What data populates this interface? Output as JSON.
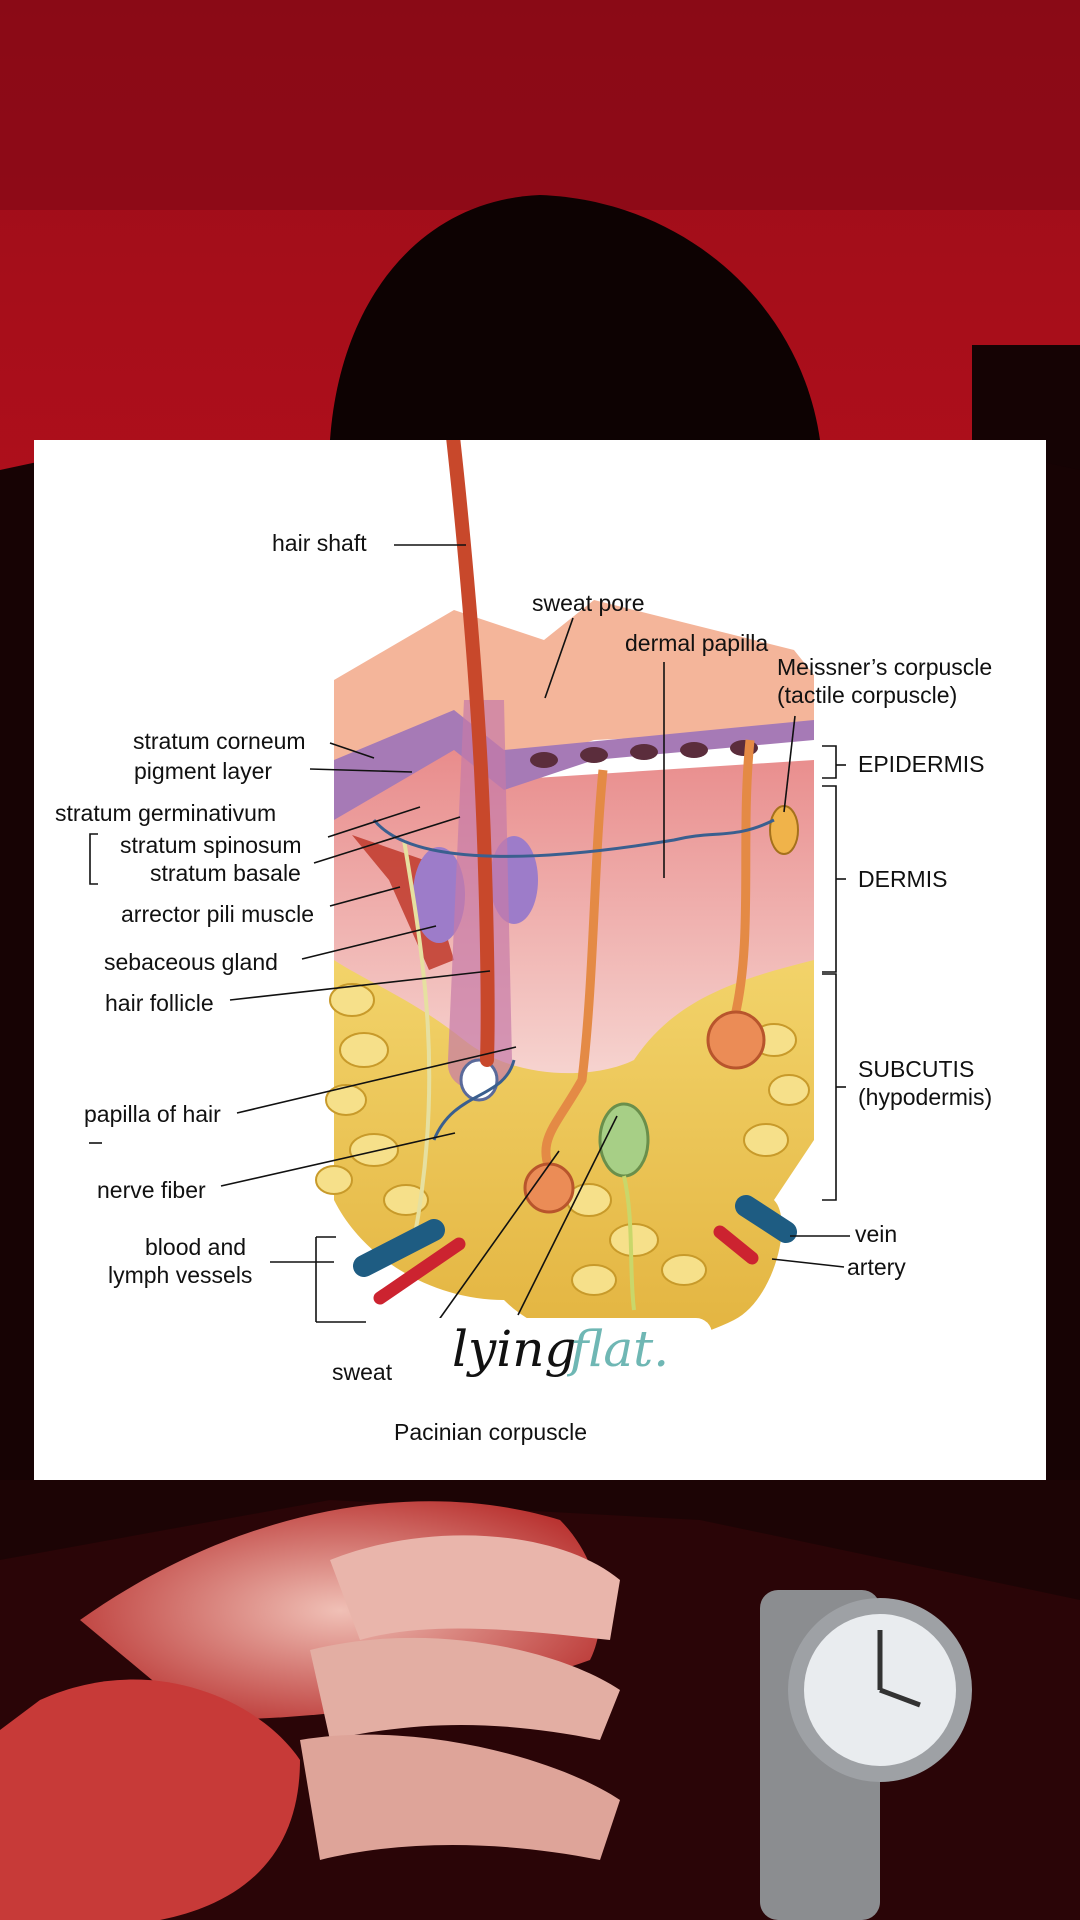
{
  "diagram": {
    "labels": {
      "hair_shaft": "hair shaft",
      "sweat_pore": "sweat pore",
      "dermal_papilla": "dermal papilla",
      "meissner_line1": "Meissner’s corpuscle",
      "meissner_line2": "(tactile corpuscle)",
      "stratum_corneum": "stratum corneum",
      "pigment_layer": "pigment layer",
      "stratum_germinativum": "stratum germinativum",
      "stratum_spinosum": "stratum spinosum",
      "stratum_basale": "stratum basale",
      "arrector_pili": "arrector pili muscle",
      "sebaceous_gland": "sebaceous gland",
      "hair_follicle": "hair follicle",
      "papilla_of_hair": "papilla of hair",
      "nerve_fiber": "nerve fiber",
      "blood_line1": "blood and",
      "blood_line2": "lymph vessels",
      "sweat": "sweat",
      "pacinian": "Pacinian corpuscle",
      "epidermis": "EPIDERMIS",
      "dermis": "DERMIS",
      "subcutis_line1": "SUBCUTIS",
      "subcutis_line2": "(hypodermis)",
      "vein": "vein",
      "artery": "artery"
    }
  },
  "sticker": {
    "word1": "lying",
    "word2": "flat."
  },
  "colors": {
    "background_red": "#b0101e",
    "card": "#ffffff",
    "sticker_teal": "#6fb7b4"
  }
}
